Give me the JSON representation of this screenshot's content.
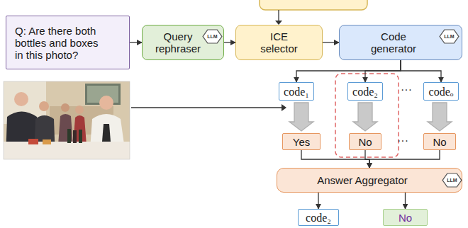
{
  "diagram": {
    "nodes": [
      {
        "text": [
          "Q: Are there both bottles and boxes in this photo?"
        ]
      },
      {
        "text": [
          "Query rephraser"
        ]
      },
      {
        "text": [
          "LLM"
        ],
        "in": 1
      },
      {
        "text": [
          "ICE selector"
        ]
      },
      {
        "text": [
          "Code generator"
        ]
      },
      {
        "text": [
          "LLM"
        ],
        "in": 4
      },
      {
        "text": [
          "code₁"
        ]
      },
      {
        "text": [
          "code₂"
        ]
      },
      {
        "text": [
          "codeₒ"
        ]
      },
      {
        "text": [
          "Yes"
        ]
      },
      {
        "text": [
          "No"
        ]
      },
      {
        "text": [
          "No"
        ]
      },
      {
        "text": [
          "Answer Aggregator"
        ]
      },
      {
        "text": [
          "LLM"
        ],
        "in": 12
      },
      {
        "text": [
          "code₂"
        ]
      },
      {
        "text": [
          "No"
        ]
      }
    ],
    "edges": [
      {
        "from": 0,
        "to": 1,
        "arrow": "to"
      },
      {
        "from": 1,
        "to": 3,
        "arrow": "to"
      },
      {
        "from": 3,
        "to": 4,
        "arrow": "to"
      },
      {
        "from": 4,
        "to": 6,
        "arrow": "to"
      },
      {
        "from": 4,
        "to": 7,
        "arrow": "to"
      },
      {
        "from": 4,
        "to": 8,
        "arrow": "to"
      },
      {
        "from": 6,
        "to": 9,
        "arrow": "to"
      },
      {
        "from": 7,
        "to": 10,
        "arrow": "to"
      },
      {
        "from": 8,
        "to": 11,
        "arrow": "to"
      },
      {
        "from": 9,
        "to": 12,
        "arrow": "to"
      },
      {
        "from": 10,
        "to": 12,
        "arrow": "to"
      },
      {
        "from": 11,
        "to": 12,
        "arrow": "to"
      },
      {
        "from": 12,
        "to": 14,
        "arrow": "to"
      },
      {
        "from": 12,
        "to": 15,
        "arrow": "to"
      }
    ],
    "labels": [
      "···",
      "···"
    ]
  }
}
